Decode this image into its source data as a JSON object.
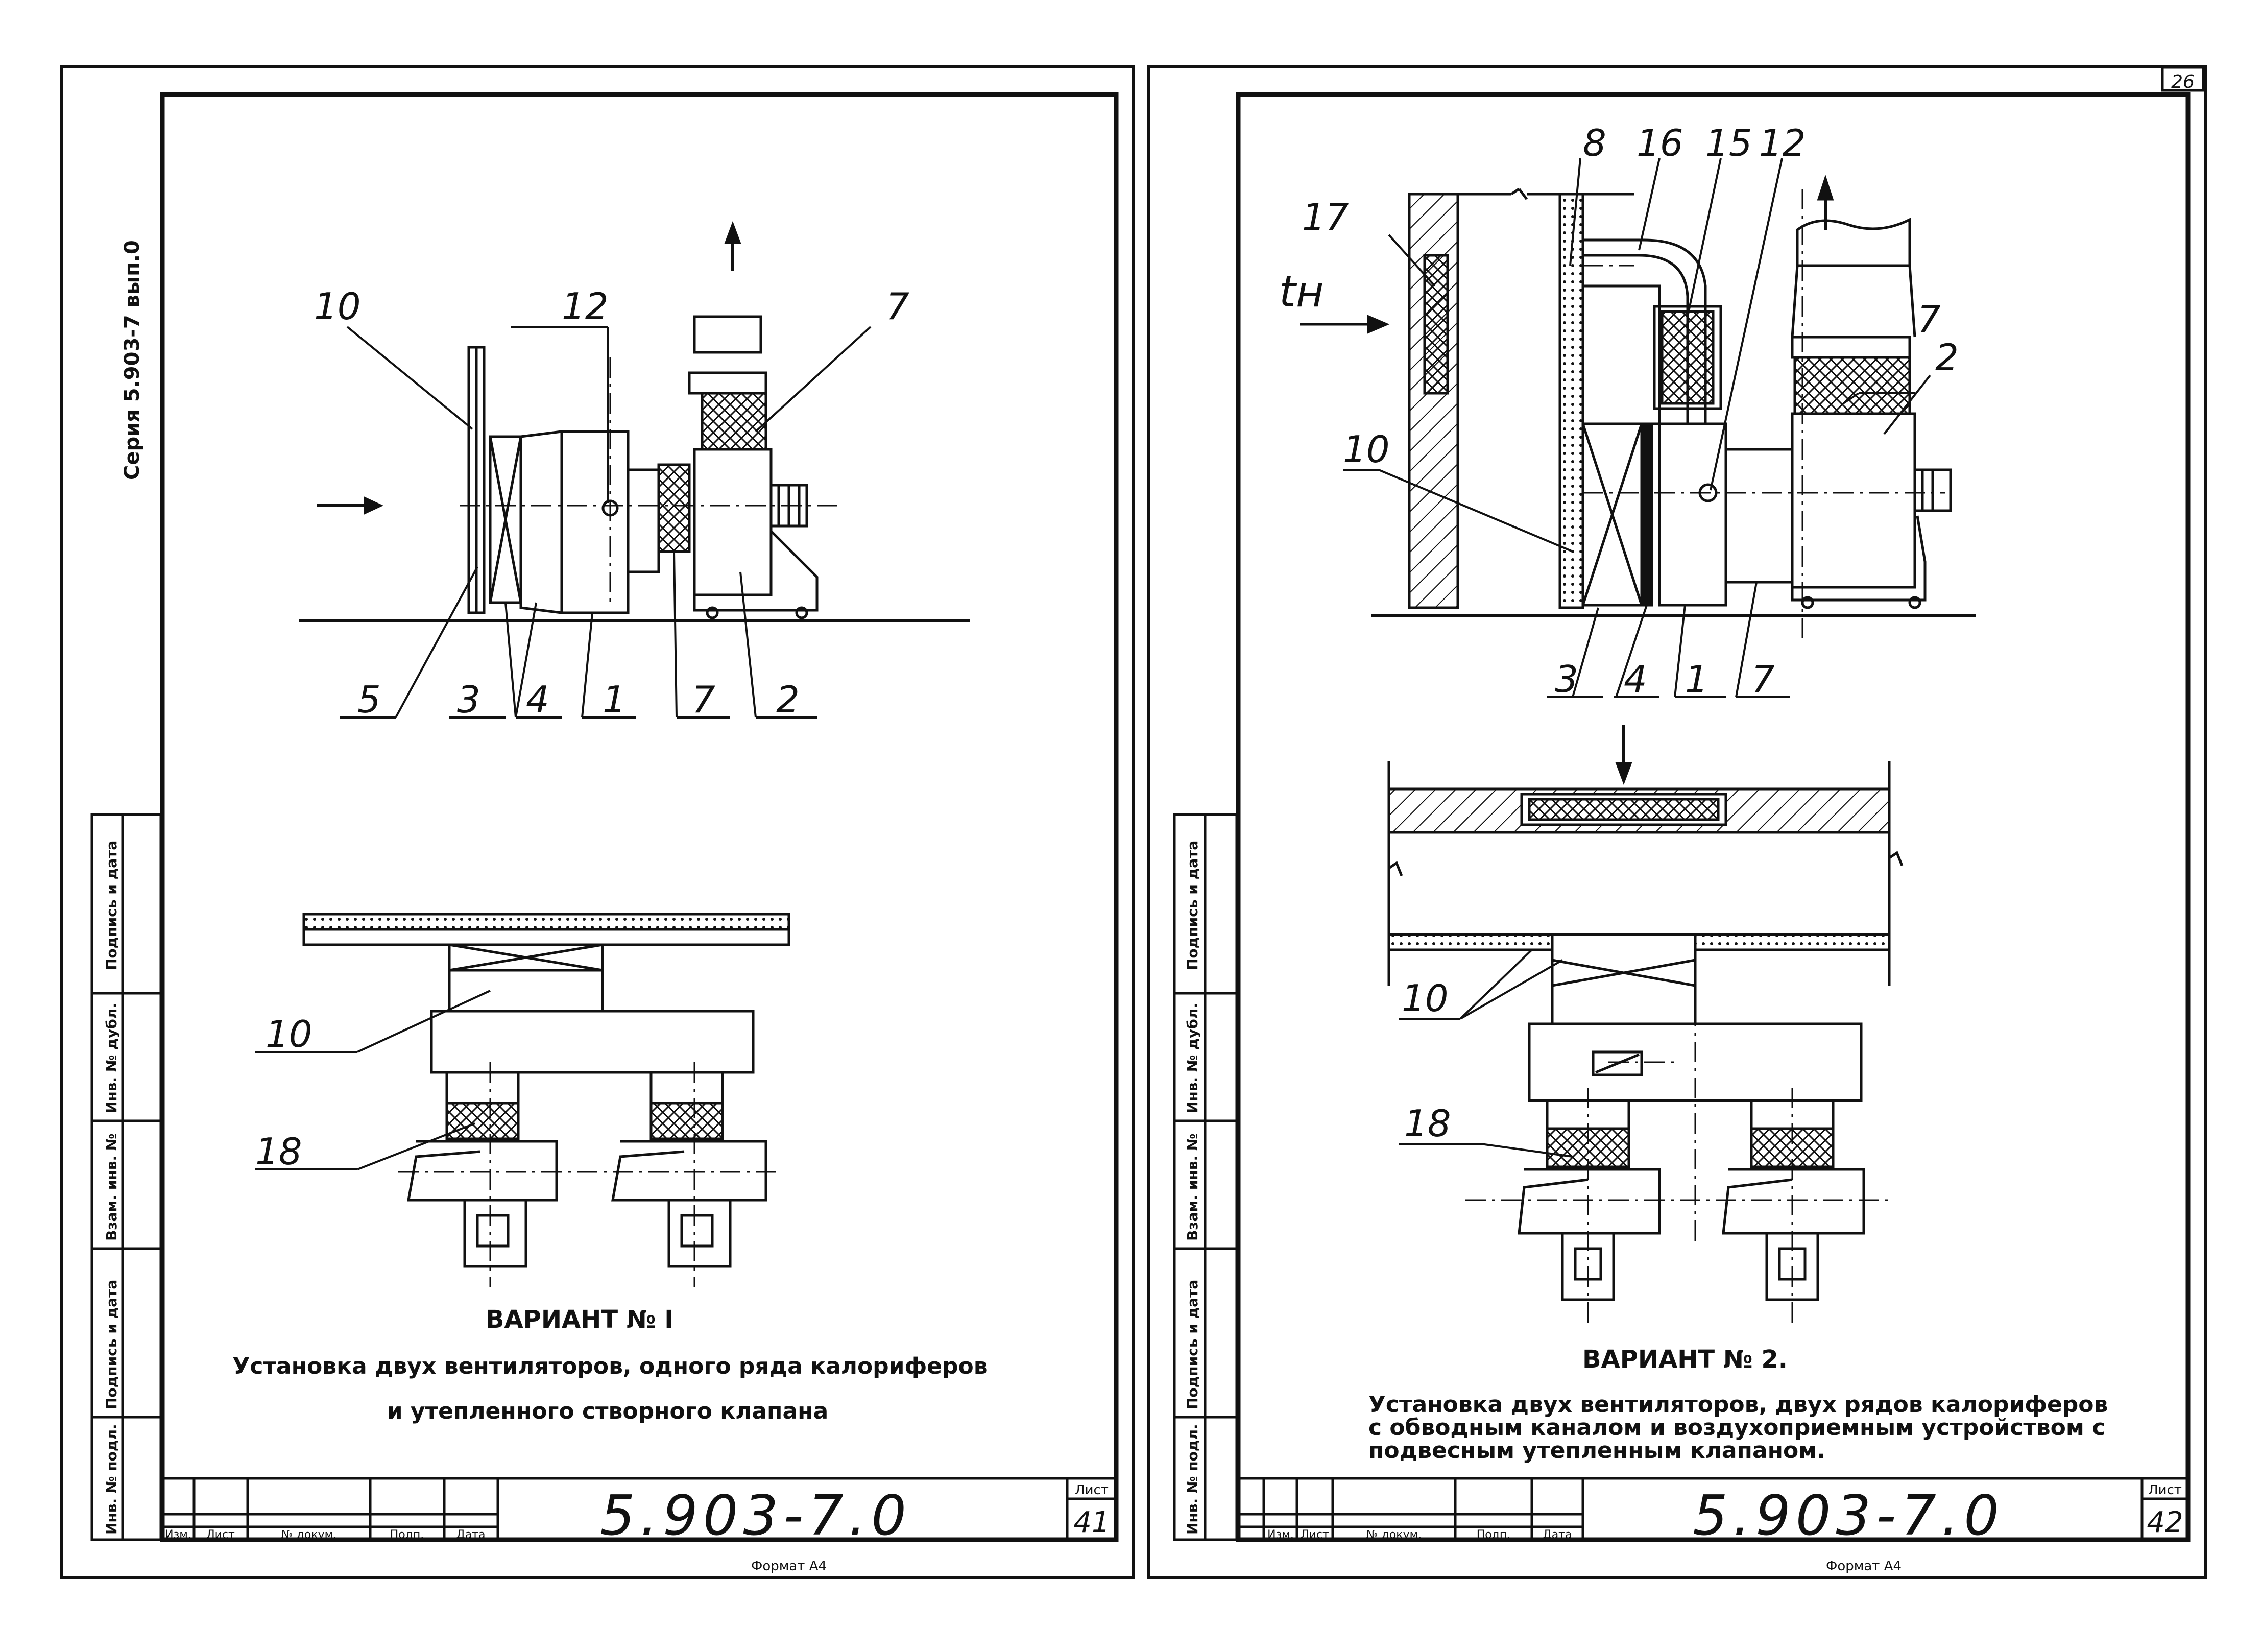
{
  "sheet_number_top": "26",
  "series_vertical": "Серия 5.903-7 вып.0",
  "side_stamp": {
    "left": [
      "Подпись и дата",
      "Инв. № дубл.",
      "Взам. инв. №",
      "Подпись и дата",
      "Инв. № подл."
    ],
    "right": [
      "Подпись и дата",
      "Инв. № дубл.",
      "Взам. инв. №",
      "Подпись и дата",
      "Инв. № подл."
    ]
  },
  "left_sheet": {
    "labels": {
      "l10": "10",
      "l12": "12",
      "l7top": "7",
      "l5": "5",
      "l3": "3",
      "l4": "4",
      "l1": "1",
      "l7b": "7",
      "l2": "2",
      "l10b": "10",
      "l18": "18"
    },
    "variant_title": "ВАРИАНТ № I",
    "desc_line1": "Установка двух вентиляторов, одного ряда калориферов",
    "desc_line2": "и утепленного створного клапана",
    "title_block": {
      "code": "5.903-7.0",
      "sheet_label": "Лист",
      "sheet_no": "41",
      "headers": [
        "Изм.",
        "Лист",
        "№ докум.",
        "Подп.",
        "Дата"
      ],
      "format": "Формат А4"
    }
  },
  "right_sheet": {
    "labels": {
      "l8": "8",
      "l16": "16",
      "l15": "15",
      "l12": "12",
      "l17": "17",
      "tn": "tн",
      "l7": "7",
      "l2": "2",
      "l10": "10",
      "l3": "3",
      "l4": "4",
      "l1": "1",
      "l7b": "7",
      "l10b": "10",
      "l18": "18"
    },
    "variant_title": "ВАРИАНТ № 2.",
    "desc_line1": "Установка двух вентиляторов, двух рядов калориферов",
    "desc_line2": "с обводным каналом и воздухоприемным устройством с",
    "desc_line3": "подвесным утепленным клапаном.",
    "title_block": {
      "code": "5.903-7.0",
      "sheet_label": "Лист",
      "sheet_no": "42",
      "headers": [
        "Изм.",
        "Лист",
        "№ докум.",
        "Подп.",
        "Дата"
      ],
      "format": "Формат А4"
    }
  }
}
